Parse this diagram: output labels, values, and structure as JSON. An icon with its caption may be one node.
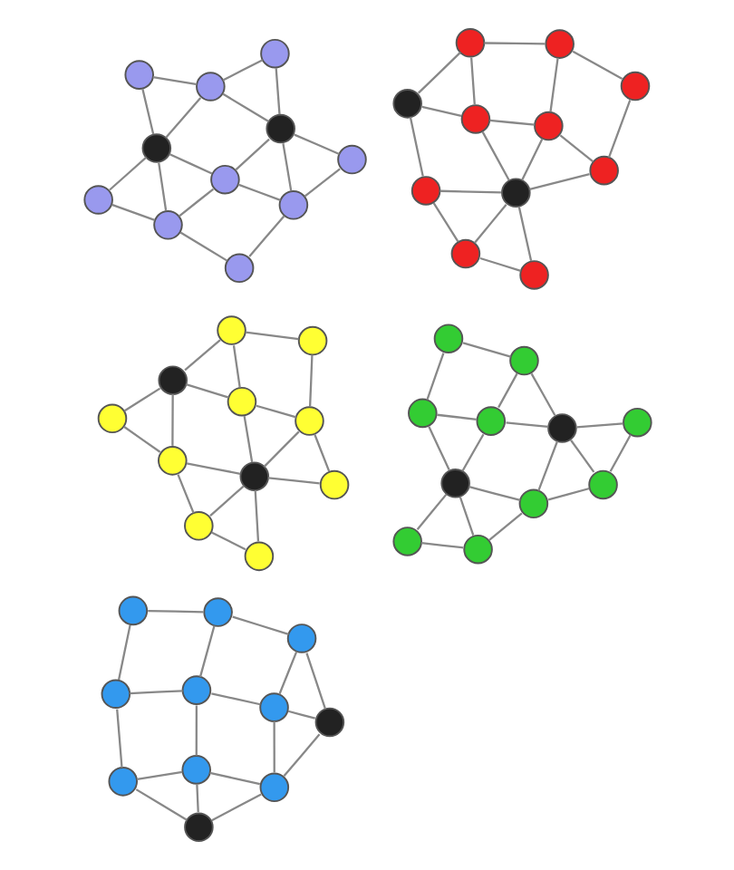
{
  "diagram": {
    "nodes": [
      {
        "text": [],
        "shape": "circle"
      },
      {
        "text": [],
        "shape": "circle"
      },
      {
        "text": [],
        "shape": "circle"
      },
      {
        "text": [],
        "shape": "circle"
      },
      {
        "text": [],
        "shape": "circle"
      },
      {
        "text": [],
        "shape": "circle"
      },
      {
        "text": [],
        "shape": "circle"
      },
      {
        "text": [],
        "shape": "circle"
      },
      {
        "text": [],
        "shape": "circle"
      },
      {
        "text": [],
        "shape": "circle"
      },
      {
        "text": [],
        "shape": "circle"
      },
      {
        "text": [],
        "shape": "circle"
      },
      {
        "text": [],
        "shape": "circle"
      },
      {
        "text": [],
        "shape": "circle"
      },
      {
        "text": [],
        "shape": "circle"
      },
      {
        "text": [],
        "shape": "circle"
      },
      {
        "text": [],
        "shape": "circle"
      },
      {
        "text": [],
        "shape": "circle"
      },
      {
        "text": [],
        "shape": "circle"
      },
      {
        "text": [],
        "shape": "circle"
      },
      {
        "text": [],
        "shape": "circle"
      },
      {
        "text": [],
        "shape": "circle"
      },
      {
        "text": [],
        "shape": "circle"
      },
      {
        "text": [],
        "shape": "circle"
      },
      {
        "text": [],
        "shape": "circle"
      },
      {
        "text": [],
        "shape": "circle"
      },
      {
        "text": [],
        "shape": "circle"
      },
      {
        "text": [],
        "shape": "circle"
      },
      {
        "text": [],
        "shape": "circle"
      },
      {
        "text": [],
        "shape": "circle"
      },
      {
        "text": [],
        "shape": "circle"
      },
      {
        "text": [],
        "shape": "circle"
      },
      {
        "text": [],
        "shape": "circle"
      },
      {
        "text": [],
        "shape": "circle"
      },
      {
        "text": [],
        "shape": "circle"
      },
      {
        "text": [],
        "shape": "circle"
      },
      {
        "text": [],
        "shape": "circle"
      },
      {
        "text": [],
        "shape": "circle"
      },
      {
        "text": [],
        "shape": "circle"
      },
      {
        "text": [],
        "shape": "circle"
      },
      {
        "text": [],
        "shape": "circle"
      },
      {
        "text": [],
        "shape": "circle"
      },
      {
        "text": [],
        "shape": "circle"
      },
      {
        "text": [],
        "shape": "circle"
      },
      {
        "text": [],
        "shape": "circle"
      },
      {
        "text": [],
        "shape": "circle"
      },
      {
        "text": [],
        "shape": "circle"
      },
      {
        "text": [],
        "shape": "circle"
      },
      {
        "text": [],
        "shape": "circle"
      },
      {
        "text": [],
        "shape": "circle"
      },
      {
        "text": [],
        "shape": "circle"
      },
      {
        "text": [],
        "shape": "circle"
      },
      {
        "text": [],
        "shape": "circle"
      },
      {
        "text": [],
        "shape": "circle"
      },
      {
        "text": [],
        "shape": "circle"
      }
    ],
    "edges": [
      {
        "from": 0,
        "to": 1,
        "arrow": "none"
      },
      {
        "from": 1,
        "to": 4,
        "arrow": "none"
      },
      {
        "from": 4,
        "to": 9,
        "arrow": "none"
      },
      {
        "from": 0,
        "to": 2,
        "arrow": "none"
      },
      {
        "from": 2,
        "to": 5,
        "arrow": "none"
      },
      {
        "from": 5,
        "to": 10,
        "arrow": "none"
      },
      {
        "from": 1,
        "to": 3,
        "arrow": "none"
      },
      {
        "from": 3,
        "to": 7,
        "arrow": "none"
      },
      {
        "from": 7,
        "to": 10,
        "arrow": "none"
      },
      {
        "from": 2,
        "to": 3,
        "arrow": "none"
      },
      {
        "from": 3,
        "to": 6,
        "arrow": "none"
      },
      {
        "from": 6,
        "to": 9,
        "arrow": "none"
      },
      {
        "from": 4,
        "to": 6,
        "arrow": "none"
      },
      {
        "from": 6,
        "to": 8,
        "arrow": "none"
      },
      {
        "from": 8,
        "to": 10,
        "arrow": "none"
      },
      {
        "from": 5,
        "to": 7,
        "arrow": "none"
      },
      {
        "from": 7,
        "to": 8,
        "arrow": "none"
      },
      {
        "from": 8,
        "to": 9,
        "arrow": "none"
      },
      {
        "from": 11,
        "to": 12,
        "arrow": "none"
      },
      {
        "from": 12,
        "to": 15,
        "arrow": "none"
      },
      {
        "from": 15,
        "to": 20,
        "arrow": "none"
      },
      {
        "from": 11,
        "to": 13,
        "arrow": "none"
      },
      {
        "from": 13,
        "to": 18,
        "arrow": "none"
      },
      {
        "from": 18,
        "to": 21,
        "arrow": "none"
      },
      {
        "from": 11,
        "to": 14,
        "arrow": "none"
      },
      {
        "from": 14,
        "to": 16,
        "arrow": "none"
      },
      {
        "from": 16,
        "to": 19,
        "arrow": "none"
      },
      {
        "from": 15,
        "to": 16,
        "arrow": "none"
      },
      {
        "from": 16,
        "to": 17,
        "arrow": "none"
      },
      {
        "from": 17,
        "to": 18,
        "arrow": "none"
      },
      {
        "from": 12,
        "to": 14,
        "arrow": "none"
      },
      {
        "from": 14,
        "to": 17,
        "arrow": "none"
      },
      {
        "from": 17,
        "to": 21,
        "arrow": "none"
      },
      {
        "from": 19,
        "to": 20,
        "arrow": "none"
      },
      {
        "from": 17,
        "to": 19,
        "arrow": "none"
      },
      {
        "from": 13,
        "to": 17,
        "arrow": "none"
      },
      {
        "from": 22,
        "to": 23,
        "arrow": "none"
      },
      {
        "from": 23,
        "to": 26,
        "arrow": "none"
      },
      {
        "from": 26,
        "to": 29,
        "arrow": "none"
      },
      {
        "from": 22,
        "to": 24,
        "arrow": "none"
      },
      {
        "from": 24,
        "to": 27,
        "arrow": "none"
      },
      {
        "from": 27,
        "to": 30,
        "arrow": "none"
      },
      {
        "from": 29,
        "to": 31,
        "arrow": "none"
      },
      {
        "from": 28,
        "to": 29,
        "arrow": "none"
      },
      {
        "from": 27,
        "to": 28,
        "arrow": "none"
      },
      {
        "from": 26,
        "to": 28,
        "arrow": "none"
      },
      {
        "from": 28,
        "to": 30,
        "arrow": "none"
      },
      {
        "from": 30,
        "to": 32,
        "arrow": "none"
      },
      {
        "from": 26,
        "to": 31,
        "arrow": "none"
      },
      {
        "from": 25,
        "to": 26,
        "arrow": "none"
      },
      {
        "from": 24,
        "to": 25,
        "arrow": "none"
      },
      {
        "from": 27,
        "to": 32,
        "arrow": "none"
      },
      {
        "from": 25,
        "to": 27,
        "arrow": "none"
      },
      {
        "from": 23,
        "to": 25,
        "arrow": "none"
      },
      {
        "from": 33,
        "to": 34,
        "arrow": "none"
      },
      {
        "from": 34,
        "to": 35,
        "arrow": "none"
      },
      {
        "from": 35,
        "to": 36,
        "arrow": "none"
      },
      {
        "from": 35,
        "to": 37,
        "arrow": "none"
      },
      {
        "from": 37,
        "to": 38,
        "arrow": "none"
      },
      {
        "from": 38,
        "to": 42,
        "arrow": "none"
      },
      {
        "from": 33,
        "to": 38,
        "arrow": "none"
      },
      {
        "from": 38,
        "to": 40,
        "arrow": "none"
      },
      {
        "from": 40,
        "to": 41,
        "arrow": "none"
      },
      {
        "from": 36,
        "to": 39,
        "arrow": "none"
      },
      {
        "from": 39,
        "to": 40,
        "arrow": "none"
      },
      {
        "from": 40,
        "to": 42,
        "arrow": "none"
      },
      {
        "from": 35,
        "to": 39,
        "arrow": "none"
      },
      {
        "from": 39,
        "to": 41,
        "arrow": "none"
      },
      {
        "from": 41,
        "to": 43,
        "arrow": "none"
      },
      {
        "from": 34,
        "to": 37,
        "arrow": "none"
      },
      {
        "from": 37,
        "to": 40,
        "arrow": "none"
      },
      {
        "from": 40,
        "to": 43,
        "arrow": "none"
      },
      {
        "from": 44,
        "to": 46,
        "arrow": "none"
      },
      {
        "from": 46,
        "to": 49,
        "arrow": "none"
      },
      {
        "from": 49,
        "to": 53,
        "arrow": "none"
      },
      {
        "from": 44,
        "to": 47,
        "arrow": "none"
      },
      {
        "from": 47,
        "to": 51,
        "arrow": "none"
      },
      {
        "from": 51,
        "to": 54,
        "arrow": "none"
      },
      {
        "from": 45,
        "to": 46,
        "arrow": "none"
      },
      {
        "from": 46,
        "to": 47,
        "arrow": "none"
      },
      {
        "from": 47,
        "to": 48,
        "arrow": "none"
      },
      {
        "from": 45,
        "to": 49,
        "arrow": "none"
      },
      {
        "from": 49,
        "to": 50,
        "arrow": "none"
      },
      {
        "from": 50,
        "to": 51,
        "arrow": "none"
      },
      {
        "from": 48,
        "to": 51,
        "arrow": "none"
      },
      {
        "from": 51,
        "to": 52,
        "arrow": "none"
      },
      {
        "from": 52,
        "to": 53,
        "arrow": "none"
      },
      {
        "from": 46,
        "to": 50,
        "arrow": "none"
      },
      {
        "from": 50,
        "to": 52,
        "arrow": "none"
      },
      {
        "from": 52,
        "to": 54,
        "arrow": "none"
      }
    ]
  }
}
